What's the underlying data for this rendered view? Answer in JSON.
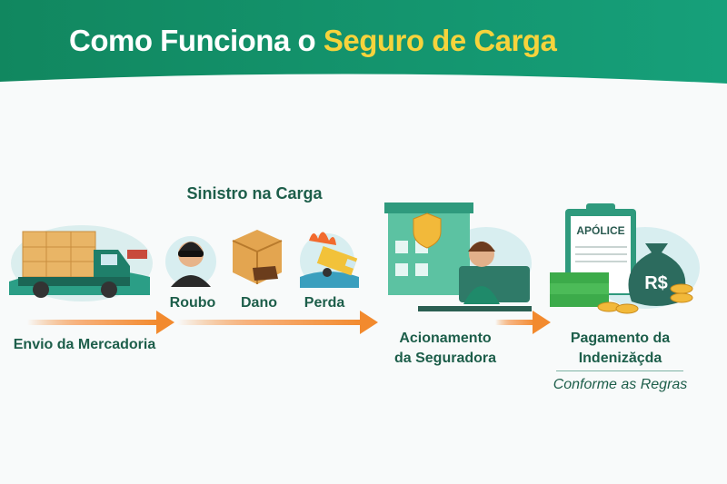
{
  "header": {
    "title_part1": "Como Funciona o",
    "title_part2": "Seguro de Carga"
  },
  "steps": [
    {
      "label": "Envio da Mercadoria"
    },
    {
      "heading": "Sinistro na Carga",
      "items": [
        {
          "label": "Roubo"
        },
        {
          "label": "Dano"
        },
        {
          "label": "Perda"
        }
      ]
    },
    {
      "label_line1": "Acionamento",
      "label_line2": "da Seguradora"
    },
    {
      "label_line1": "Pagamento da",
      "label_line2": "Indenizăçda",
      "note": "Conforme as Regras",
      "document_label": "APÓLICE",
      "currency_symbol": "R$"
    }
  ],
  "colors": {
    "header_green": "#14946c",
    "title_yellow": "#f6d33c",
    "arrow_orange": "#f28a2e",
    "label_green": "#1d5e4a"
  }
}
